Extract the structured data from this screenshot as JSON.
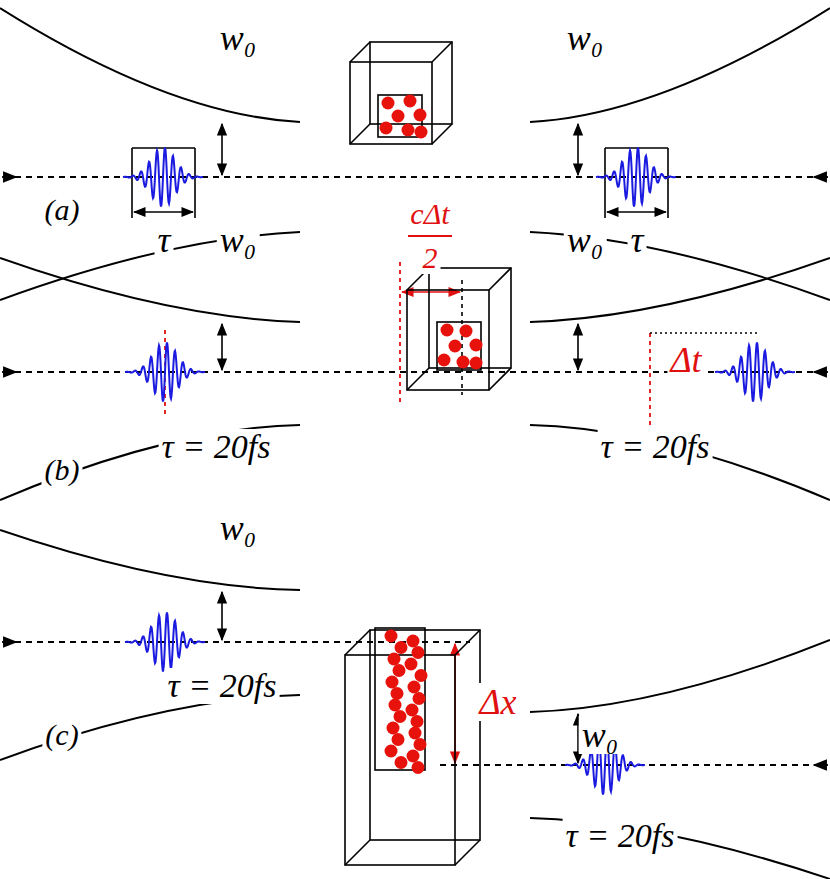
{
  "diagram": {
    "labels": [
      "w₀",
      "w₀",
      "τ",
      "τ",
      "(a)",
      "cΔt",
      "2",
      "w₀",
      "w₀",
      "Δt",
      "τ = 20fs",
      "τ = 20fs",
      "(b)",
      "w₀",
      "w₀",
      "τ = 20fs",
      "τ = 20fs",
      "Δx",
      "(c)"
    ]
  }
}
